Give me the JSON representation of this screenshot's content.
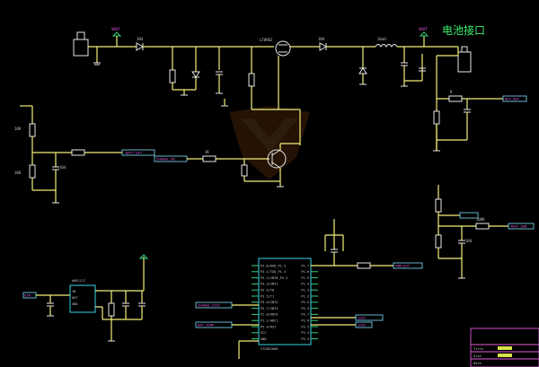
{
  "title_text": "电池接口",
  "labels": {
    "top_supply_net": "VBAT",
    "battery_supply_net": "VBAT",
    "d_left": "1N4",
    "d_right": "1N4",
    "regulator_text": "LT8962",
    "inductor_text": "10uH",
    "net_left_mid": "BATT_DET",
    "net_mid_flag": "CHARGE_EN",
    "net_right_top": "BAT_ADC",
    "net_right_mid": "VBAT_SEN",
    "net_mcu_right": "PWM_OUT",
    "net_bottom_left": "VIN",
    "net_bottom_flag1": "CHARGE_STAT",
    "net_bottom_flag2": "BAT_TEMP",
    "net_bottom_out1": "LED1",
    "net_bottom_out2": "LED2",
    "r_left_top": "10K",
    "r_left_bottom": "10K",
    "c_left": "104",
    "r_mid": "1K",
    "r_right": "100K",
    "c_right": "104",
    "ldo_name": "AMS1117",
    "ldo_pins": [
      "IN",
      "OUT",
      "GND"
    ],
    "mcu_left_pins": [
      "P3.0/RXD_P1.5",
      "P3.1/TXD_P1.4",
      "P3.2/INT0_P3.2",
      "P3.3/INT1",
      "P3.4/T0",
      "P3.5/T1",
      "P3.6/INT2",
      "P3.7/INT3",
      "P1.0/ADC0",
      "P1.1/ADC1",
      "P5.4/RST",
      "VCC",
      "GND"
    ],
    "mcu_right_pins": [
      "P1.7",
      "P1.6",
      "P1.5",
      "P1.4",
      "P1.3",
      "P1.2",
      "P5.5",
      "P5.4",
      "P3.7",
      "P3.6",
      "P3.5",
      "P3.4",
      "P3.3"
    ],
    "mcu_name": "STC8G1K08",
    "title_block_rows": [
      "Title",
      "Size",
      "Date"
    ]
  }
}
